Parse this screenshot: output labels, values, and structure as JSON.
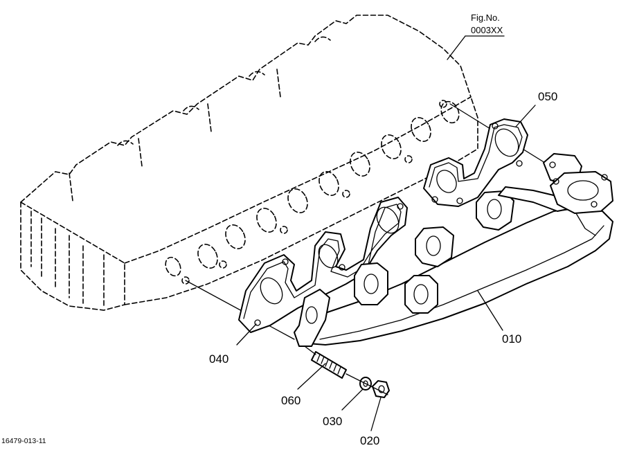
{
  "figure": {
    "label_line1": "Fig.No.",
    "label_line2": "0003XX"
  },
  "callouts": [
    {
      "id": "010",
      "text": "010"
    },
    {
      "id": "020",
      "text": "020"
    },
    {
      "id": "030",
      "text": "030"
    },
    {
      "id": "040",
      "text": "040"
    },
    {
      "id": "050",
      "text": "050"
    },
    {
      "id": "060",
      "text": "060"
    }
  ],
  "drawing_code": "16479-013-11"
}
